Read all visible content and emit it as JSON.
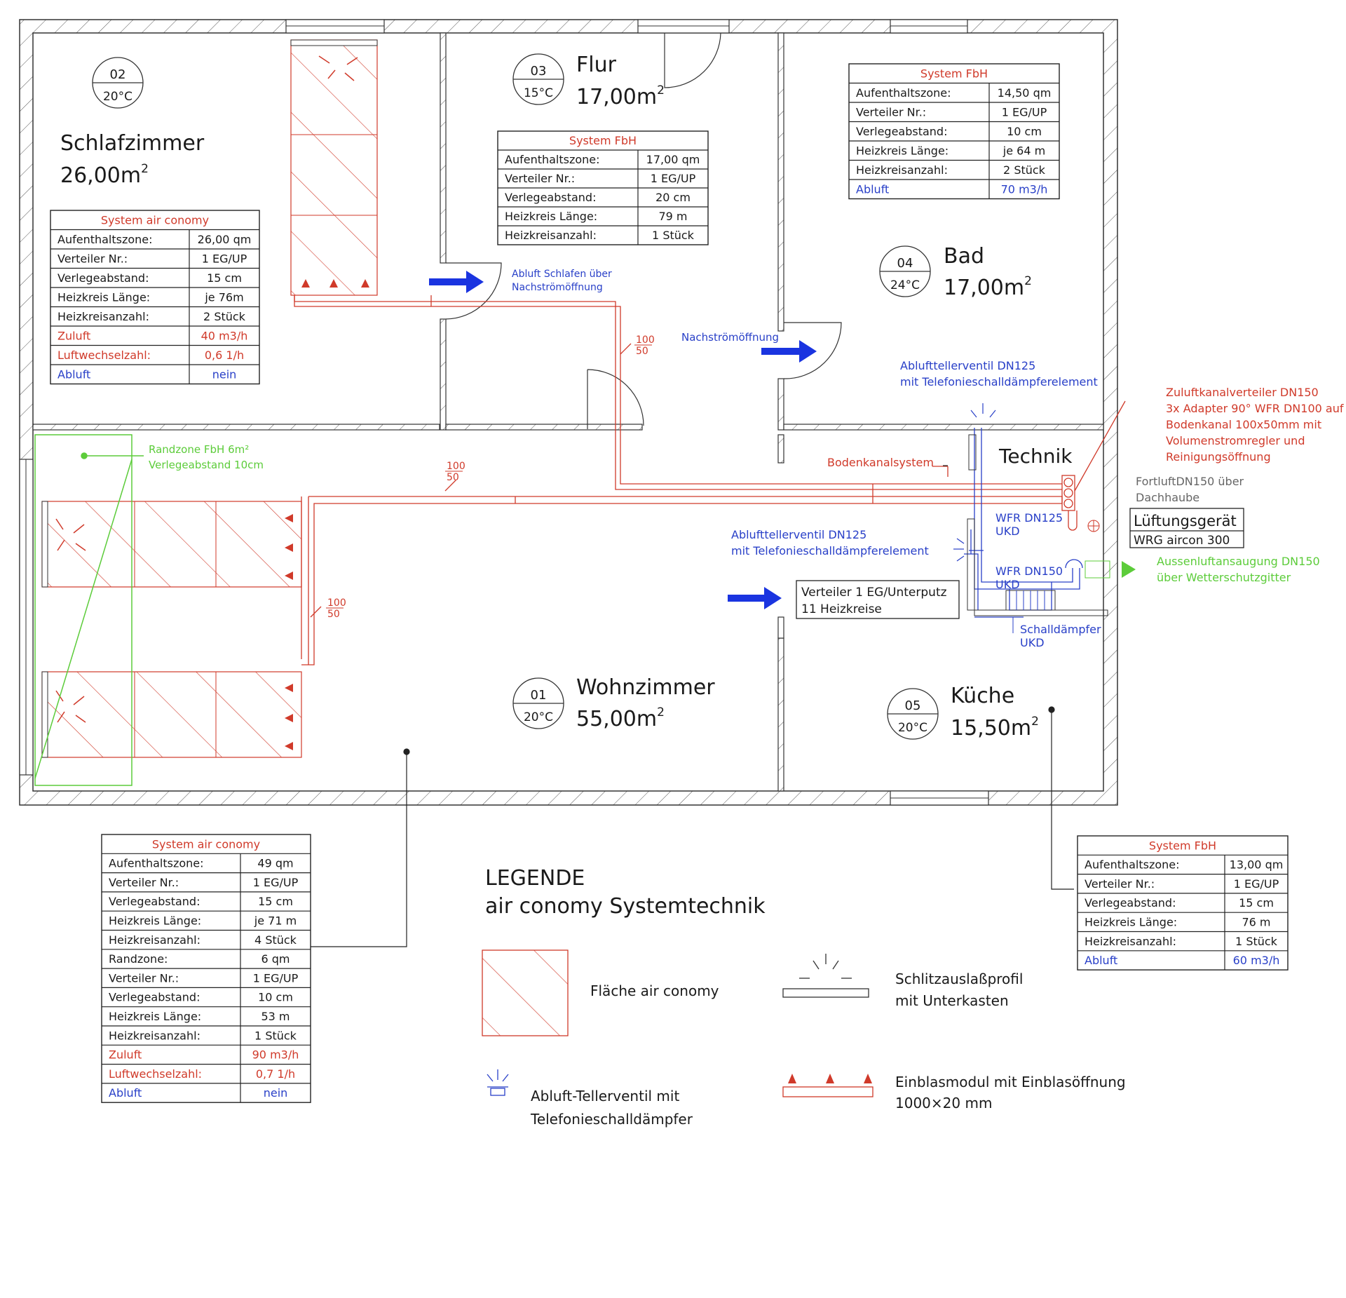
{
  "rooms": {
    "schlafzimmer": {
      "no": "02",
      "temp": "20°C",
      "name": "Schlafzimmer",
      "area": "26,00m",
      "sup": "2"
    },
    "flur": {
      "no": "03",
      "temp": "15°C",
      "name": "Flur",
      "area": "17,00m",
      "sup": "2"
    },
    "bad": {
      "no": "04",
      "temp": "24°C",
      "name": "Bad",
      "area": "17,00m",
      "sup": "2"
    },
    "wohnzimmer": {
      "no": "01",
      "temp": "20°C",
      "name": "Wohnzimmer",
      "area": "55,00m",
      "sup": "2"
    },
    "kueche": {
      "no": "05",
      "temp": "20°C",
      "name": "Küche",
      "area": "15,50m",
      "sup": "2"
    },
    "technik": {
      "name": "Technik"
    }
  },
  "tables": {
    "schlaf": {
      "title": "System air conomy",
      "rows": [
        [
          "Aufenthaltszone:",
          "26,00 qm"
        ],
        [
          "Verteiler Nr.:",
          "1 EG/UP"
        ],
        [
          "Verlegeabstand:",
          "15 cm"
        ],
        [
          "Heizkreis Länge:",
          "je 76m"
        ],
        [
          "Heizkreisanzahl:",
          "2 Stück"
        ],
        [
          "Zuluft",
          "40 m3/h"
        ],
        [
          "Luftwechselzahl:",
          "0,6 1/h"
        ],
        [
          "Abluft",
          "nein"
        ]
      ]
    },
    "flur": {
      "title": "System FbH",
      "rows": [
        [
          "Aufenthaltszone:",
          "17,00 qm"
        ],
        [
          "Verteiler Nr.:",
          "1 EG/UP"
        ],
        [
          "Verlegeabstand:",
          "20 cm"
        ],
        [
          "Heizkreis Länge:",
          "79 m"
        ],
        [
          "Heizkreisanzahl:",
          "1 Stück"
        ]
      ]
    },
    "bad": {
      "title": "System FbH",
      "rows": [
        [
          "Aufenthaltszone:",
          "14,50 qm"
        ],
        [
          "Verteiler Nr.:",
          "1 EG/UP"
        ],
        [
          "Verlegeabstand:",
          "10 cm"
        ],
        [
          "Heizkreis Länge:",
          "je 64 m"
        ],
        [
          "Heizkreisanzahl:",
          "2 Stück"
        ],
        [
          "Abluft",
          "70 m3/h"
        ]
      ]
    },
    "wohn": {
      "title": "System air conomy",
      "rows": [
        [
          "Aufenthaltszone:",
          "49 qm"
        ],
        [
          "Verteiler Nr.:",
          "1 EG/UP"
        ],
        [
          "Verlegeabstand:",
          "15 cm"
        ],
        [
          "Heizkreis Länge:",
          "je 71 m"
        ],
        [
          "Heizkreisanzahl:",
          "4 Stück"
        ],
        [
          "Randzone:",
          "6 qm"
        ],
        [
          "Verteiler Nr.:",
          "1 EG/UP"
        ],
        [
          "Verlegeabstand:",
          "10 cm"
        ],
        [
          "Heizkreis Länge:",
          "53 m"
        ],
        [
          "Heizkreisanzahl:",
          "1 Stück"
        ],
        [
          "Zuluft",
          "90 m3/h"
        ],
        [
          "Luftwechselzahl:",
          "0,7 1/h"
        ],
        [
          "Abluft",
          "nein"
        ]
      ]
    },
    "kueche": {
      "title": "System FbH",
      "rows": [
        [
          "Aufenthaltszone:",
          "13,00 qm"
        ],
        [
          "Verteiler Nr.:",
          "1 EG/UP"
        ],
        [
          "Verlegeabstand:",
          "15 cm"
        ],
        [
          "Heizkreis Länge:",
          "76 m"
        ],
        [
          "Heizkreisanzahl:",
          "1 Stück"
        ],
        [
          "Abluft",
          "60 m3/h"
        ]
      ]
    }
  },
  "labels": {
    "abluft_schlafen": [
      "Abluft Schlafen über",
      "Nachströmöffnung"
    ],
    "nachstroem": "Nachströmöffnung",
    "ablufttellerventil_bad": [
      "Ablufttellerventil DN125",
      "mit Telefonieschalldämpferelement"
    ],
    "ablufttellerventil_wohn": [
      "Ablufttellerventil DN125",
      "mit Telefonieschalldämpferelement"
    ],
    "zuluftkanal": [
      "Zuluftkanalverteiler DN150",
      "3x Adapter 90° WFR DN100 auf",
      "Bodenkanal 100x50mm mit",
      "Volumenstromregler und",
      "Reinigungsöffnung"
    ],
    "bodenkanalsystem": "Bodenkanalsystem",
    "fortluft": [
      "FortluftDN150 über",
      "Dachhaube"
    ],
    "lueftungsgeraet": "Lüftungsgerät",
    "wrg": "WRG aircon 300",
    "aussenluft": [
      "Aussenluftansaugung DN150",
      "über Wetterschutzgitter"
    ],
    "wfr125": [
      "WFR DN125",
      "UKD"
    ],
    "wfr150": [
      "WFR DN150",
      "UKD"
    ],
    "schalldaempfer": [
      "Schalldämpfer",
      "UKD"
    ],
    "verteiler": [
      "Verteiler 1 EG/Unterputz",
      "11 Heizkreise"
    ],
    "randzone": [
      "Randzone FbH 6m²",
      "Verlegeabstand 10cm"
    ],
    "duct1": [
      "100",
      "50"
    ],
    "duct2": [
      "100",
      "50"
    ],
    "duct3": [
      "100",
      "50"
    ]
  },
  "legend": {
    "title": "LEGENDE",
    "subtitle": "air conomy Systemtechnik",
    "flaeche": "Fläche air conomy",
    "abluft": [
      "Abluft-Tellerventil mit",
      "Telefonieschalldämpfer"
    ],
    "schlitz": [
      "Schlitzauslaßprofil",
      "mit Unterkasten"
    ],
    "einblas": [
      "Einblasmodul mit Einblasöffnung",
      "1000×20 mm"
    ]
  },
  "colors": {
    "red": "#d03a2a",
    "blue": "#2940c8",
    "green": "#5ccc3a",
    "wall": "#333333"
  }
}
